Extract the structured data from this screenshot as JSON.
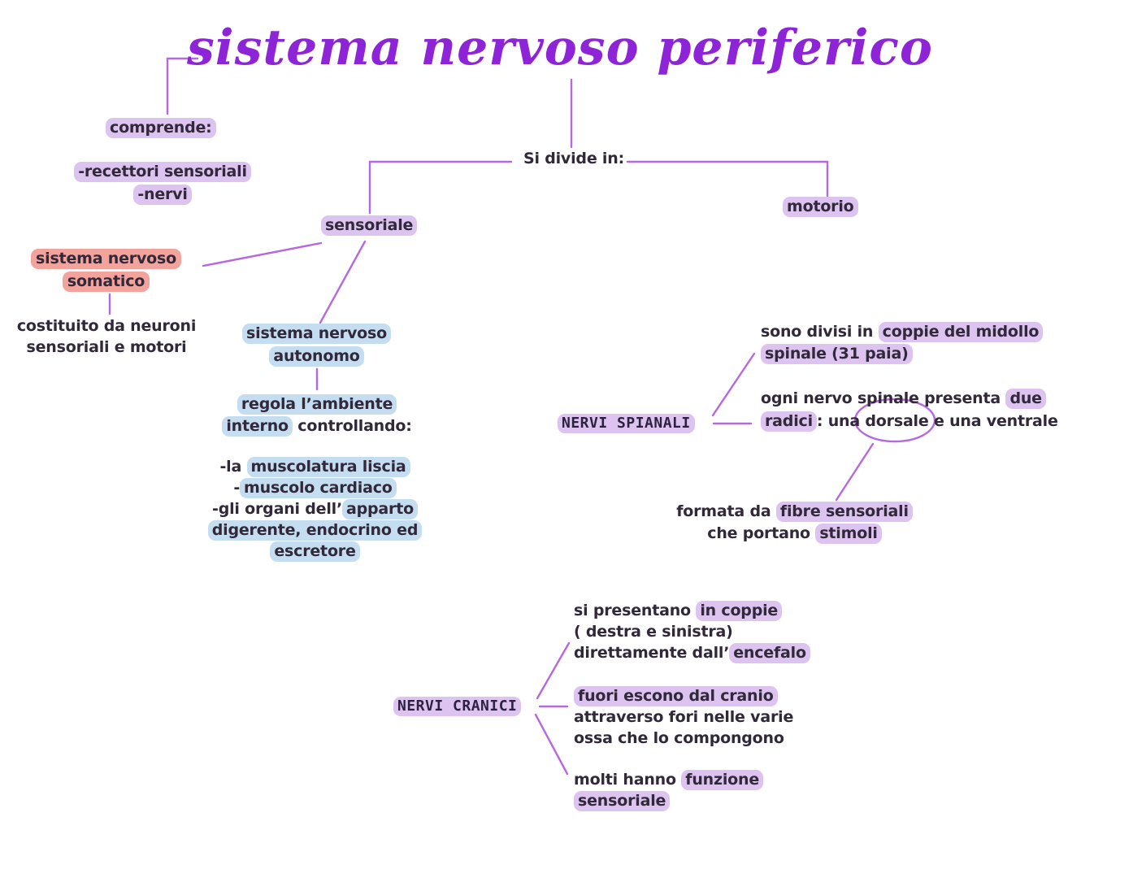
{
  "title": "sistema nervoso periferico",
  "colors": {
    "title_purple": "#8e24d8",
    "connector_purple": "#b668e0",
    "highlight_purple": "#ddc3ef",
    "highlight_blue": "#c5ddf1",
    "highlight_pink": "#f2a49c",
    "text": "#31283a"
  },
  "comprende": {
    "label": "comprende:",
    "item1": "-recettori sensoriali",
    "item2": "-nervi"
  },
  "divide": {
    "label": "Si divide in:",
    "left": "sensoriale",
    "right": "motorio"
  },
  "somatico": {
    "line1": "sistema nervoso",
    "line2": "somatico",
    "desc_line1": "costituito da neuroni",
    "desc_line2": "sensoriali e motori"
  },
  "autonomo": {
    "line1": "sistema nervoso",
    "line2": "autonomo",
    "regola": {
      "l1_hl": "regola l’ambiente",
      "l2_hl": "interno",
      "l2_rest": " controllando:"
    },
    "list": {
      "l1_pre": "-la ",
      "l1_hl": "muscolatura liscia",
      "l2_pre": "-",
      "l2_hl": "muscolo cardiaco",
      "l3_pre": "-gli organi dell’",
      "l3_hl": "apparto",
      "l4_hl": "digerente, endocrino ed",
      "l5_hl": "escretore"
    }
  },
  "spinali": {
    "label": "NERVI SPIANALI",
    "divisi": {
      "l1_pre": "sono divisi in ",
      "l1_hl": "coppie del midollo",
      "l2_hl": "spinale (31 paia)"
    },
    "radici": {
      "l1_pre": "ogni nervo spinale presenta ",
      "l1_hl": "due",
      "l2_hl": "radici",
      "l2_mid": ": una ",
      "l2_circled": "dorsale",
      "l2_rest": " e una ventrale"
    },
    "formata": {
      "l1_pre": "formata da ",
      "l1_hl": "fibre sensoriali",
      "l2_pre": "che portano ",
      "l2_hl": "stimoli"
    }
  },
  "cranici": {
    "label": "NERVI CRANICI",
    "coppie": {
      "l1_pre": "si presentano ",
      "l1_hl": "in coppie",
      "l2": "( destra e sinistra)",
      "l3_pre": "direttamente dall’",
      "l3_hl": "encefalo"
    },
    "cranio": {
      "l1_hl": "fuori escono dal cranio",
      "l2": "attraverso fori nelle varie",
      "l3": "ossa che lo compongono"
    },
    "funzione": {
      "l1_pre": "molti hanno ",
      "l1_hl": "funzione",
      "l2_hl": "sensoriale"
    }
  }
}
